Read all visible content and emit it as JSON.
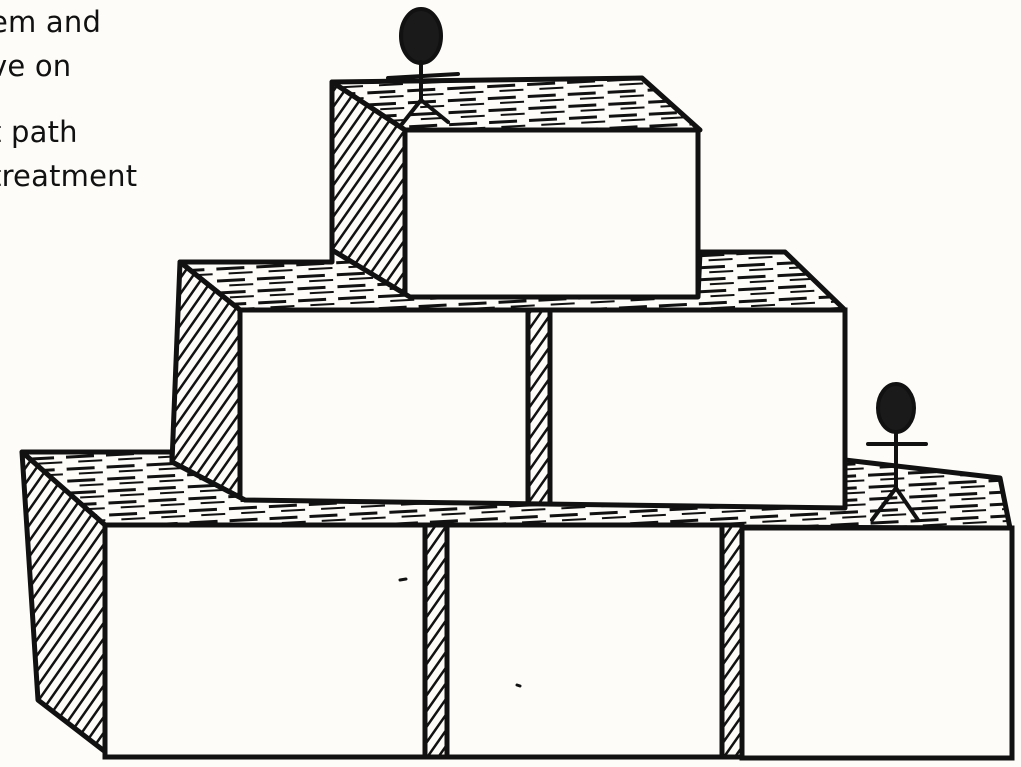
{
  "caption": {
    "lines": [
      "em and",
      "ve on",
      "t path",
      "treatment"
    ]
  }
}
